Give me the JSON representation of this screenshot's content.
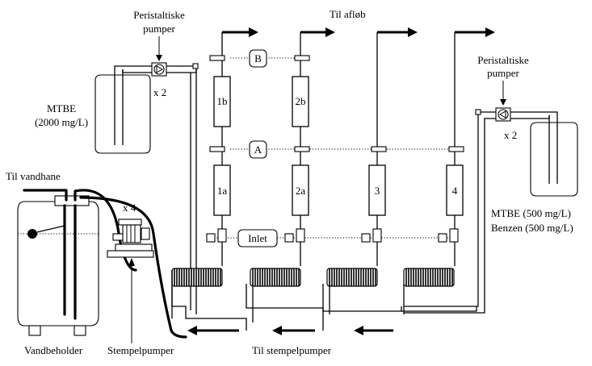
{
  "labels": {
    "peristaltic_left": [
      "Peristaltiske",
      "pumper"
    ],
    "peristaltic_right": [
      "Peristaltiske",
      "pumper"
    ],
    "x2_left": "x 2",
    "x2_right": "x 2",
    "x4": "x 4",
    "mtbe_left": [
      "MTBE",
      "(2000 mg/L)"
    ],
    "mtbe_right": [
      "MTBE  (500 mg/L)",
      "Benzen (500 mg/L)"
    ],
    "til_afloeb": "Til afløb",
    "til_vandhane": "Til vandhane",
    "vandbeholder": "Vandbeholder",
    "stempelpumper": "Stempelpumper",
    "til_stempelpumper": "Til stempelpumper",
    "point_b": "B",
    "point_a": "A",
    "inlet": "Inlet"
  },
  "columns": [
    "1b",
    "2b",
    "1a",
    "2a",
    "3",
    "4"
  ]
}
